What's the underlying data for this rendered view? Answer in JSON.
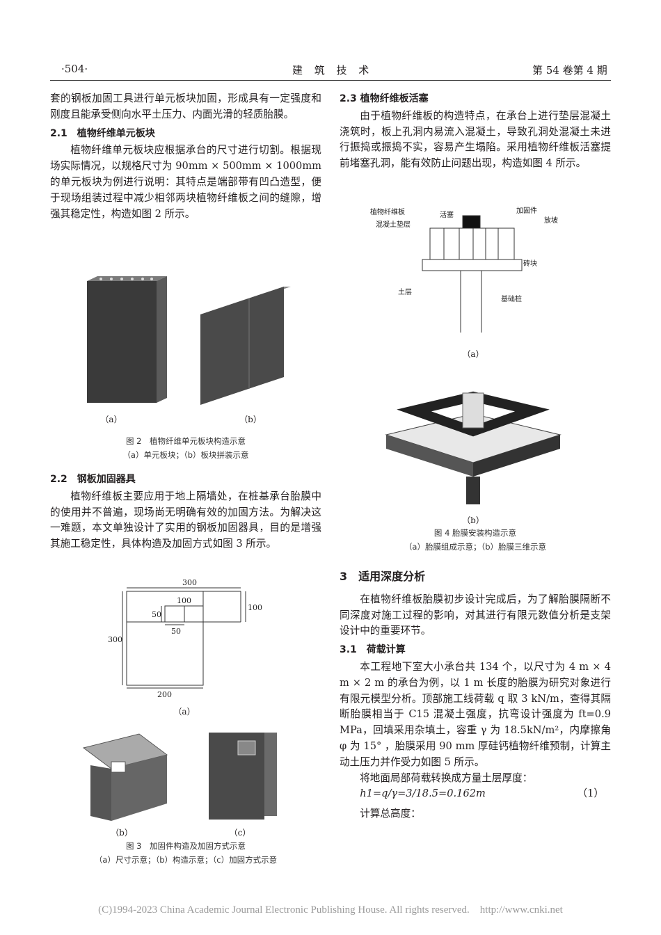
{
  "header": {
    "page": "·504·",
    "journal": "建 筑 技 术",
    "issue": "第 54 卷第 4 期"
  },
  "left": {
    "intro": "套的钢板加固工具进行单元板块加固，形成具有一定强度和刚度且能承受侧向水平土压力、内面光滑的轻质胎膜。",
    "s21_title": "2.1　植物纤维单元板块",
    "s21_text": "植物纤维单元板块应根据承台的尺寸进行切割。根据现场实际情况，以规格尺寸为 90mm × 500mm × 1000mm 的单元板块为例进行说明：其特点是端部带有凹凸造型，便于现场组装过程中减少相邻两块植物纤维板之间的缝隙，增强其稳定性，构造如图 2 所示。",
    "fig2": {
      "a": "（a）",
      "b": "（b）",
      "caption": "图 2　植物纤维单元板块构造示意",
      "subcaption": "（a）单元板块；（b）板块拼装示意"
    },
    "s22_title": "2.2　钢板加固器具",
    "s22_text": "植物纤维板主要应用于地上隔墙处，在桩基承台胎膜中的使用并不普遍，现场尚无明确有效的加固方法。为解决这一难题，本文单独设计了实用的钢板加固器具，目的是增强其施工稳定性，具体构造及加固方式如图 3 所示。",
    "fig3": {
      "dims": {
        "top": "300",
        "left": "300",
        "bottom": "200",
        "right": "100",
        "inner_w": "100",
        "inner_h": "50",
        "inner_b": "50"
      },
      "a": "（a）",
      "b": "（b）",
      "c": "（c）",
      "caption": "图 3　加固件构造及加固方式示意",
      "subcaption": "（a）尺寸示意；（b）构造示意；（c）加固方式示意"
    }
  },
  "right": {
    "s23_title": "2.3 植物纤维板活塞",
    "s23_text": "由于植物纤维板的构造特点，在承台上进行垫层混凝土浇筑时，板上孔洞内易流入混凝土，导致孔洞处混凝土未进行振捣或振捣不实，容易产生塌陷。采用植物纤维板活塞提前堵塞孔洞，能有效防止问题出现，构造如图 4 所示。",
    "fig4": {
      "labels": {
        "board": "植物纤维板",
        "piston": "活塞",
        "cushion": "混凝土垫层",
        "fixer": "加固件",
        "slope": "放坡",
        "brick": "砖块",
        "soil": "土层",
        "pile": "基础桩"
      },
      "a": "（a）",
      "b": "（b）",
      "caption": "图 4 胎膜安装构造示意",
      "subcaption": "（a）胎膜组成示意；（b）胎膜三维示意"
    },
    "s3_title": "3　适用深度分析",
    "s3_text": "在植物纤维板胎膜初步设计完成后，为了解胎膜隔断不同深度对施工过程的影响，对其进行有限元数值分析是支架设计中的重要环节。",
    "s31_title": "3.1　荷载计算",
    "s31_text": "本工程地下室大小承台共 134 个，以尺寸为 4 m × 4 m × 2 m 的承台为例，以 1 m 长度的胎膜为研究对象进行有限元模型分析。顶部施工线荷载 q 取 3 kN/m，查得其隔断胎膜相当于 C15 混凝土强度，抗弯设计强度为 ft=0.9 MPa，回填采用杂填土，容重 γ 为 18.5kN/m²，内摩擦角 φ 为 15° ，胎膜采用 90 mm 厚硅钙植物纤维预制，计算主动土压力并作受力如图 5 所示。",
    "s31_text2": "将地面局部荷载转换成方量土层厚度：",
    "equation": "h1=q/γ=3/18.5=0.162m",
    "eq_no": "（1）",
    "s31_text3": "计算总高度："
  },
  "footer": "(C)1994-2023 China Academic Journal Electronic Publishing House. All rights reserved.　http://www.cnki.net"
}
